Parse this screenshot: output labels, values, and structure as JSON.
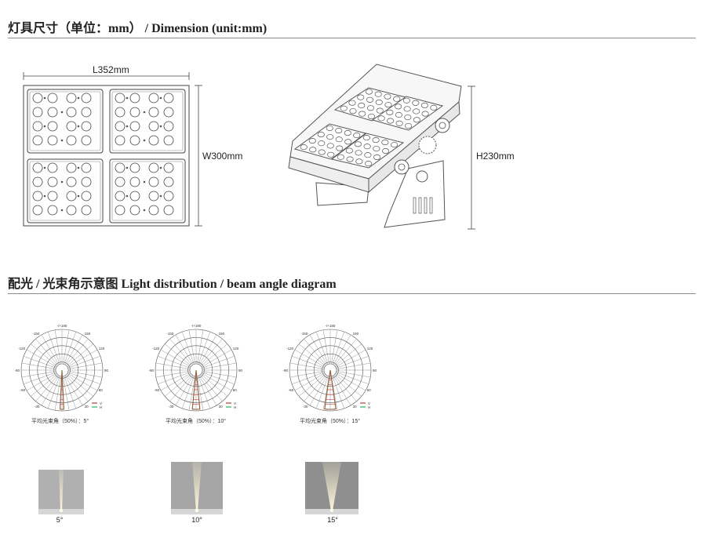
{
  "sections": {
    "dimension_title": "灯具尺寸（单位：mm） / Dimension (unit:mm)",
    "light_title": "配光 / 光束角示意图   Light distribution / beam angle diagram"
  },
  "dimensions": {
    "length": "L352mm",
    "width": "W300mm",
    "height": "H230mm"
  },
  "polar": {
    "angle_labels": {
      "top": "-/+180",
      "tl": "-150",
      "tr": "150",
      "ul": "-120",
      "ur": "120",
      "ml": "-90",
      "mr": "90",
      "ll": "-60",
      "lr": "60",
      "bl": "-30",
      "br": "30"
    },
    "legend": {
      "v": "V",
      "h": "H"
    },
    "legend_colors": {
      "v": "#c0392b",
      "h": "#27ae60"
    },
    "diagrams": [
      {
        "caption": "平均光束角（50%）：5°"
      },
      {
        "caption": "平均光束角（50%）：10°"
      },
      {
        "caption": "平均光束角（50%）：15°"
      }
    ]
  },
  "beams": [
    {
      "label": "5°"
    },
    {
      "label": "10°"
    },
    {
      "label": "15°"
    }
  ]
}
